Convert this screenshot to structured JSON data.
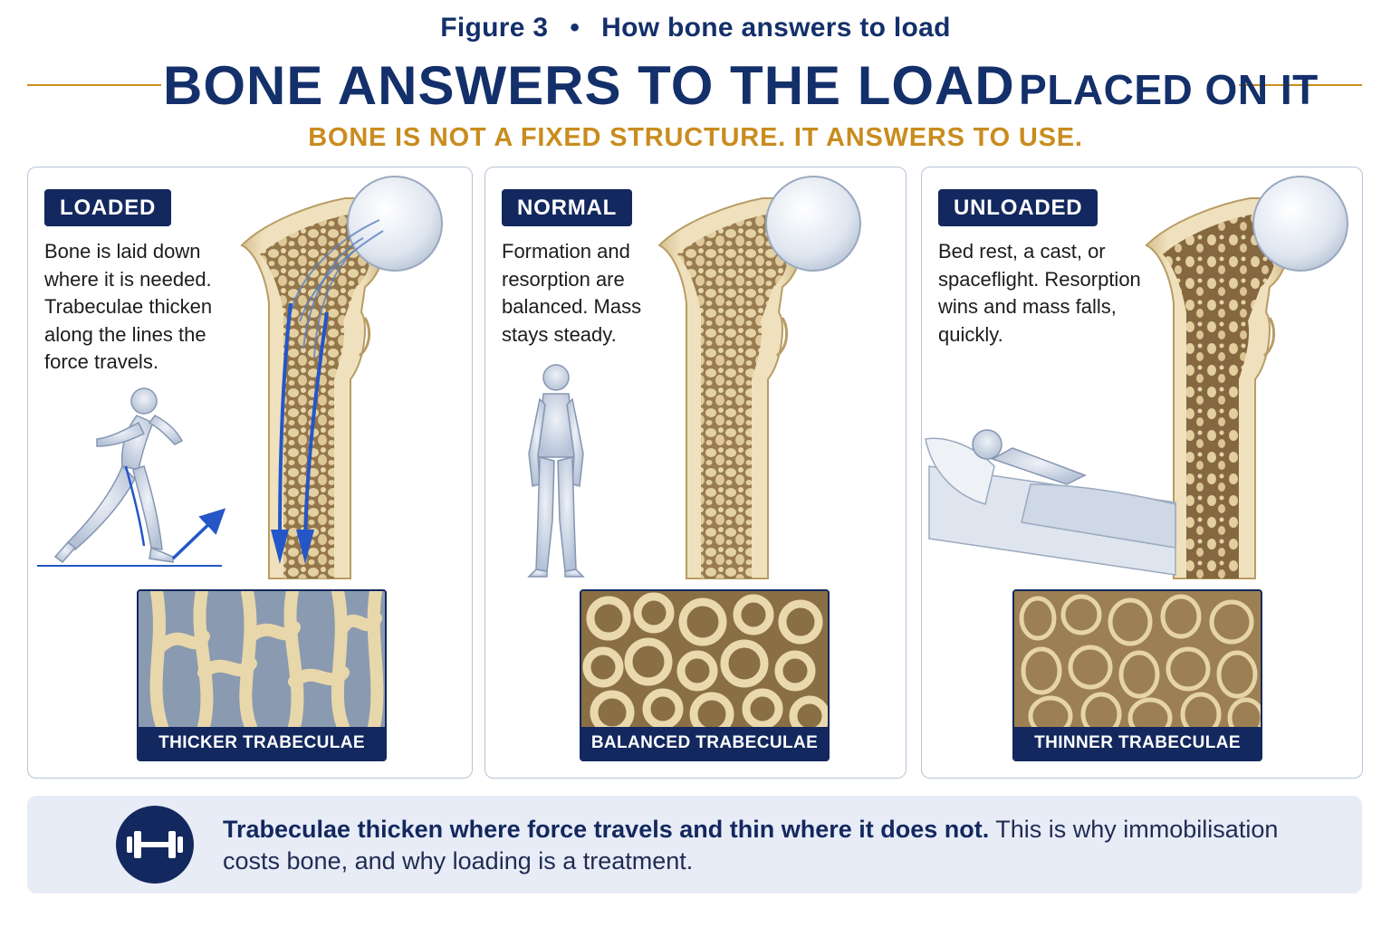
{
  "header": {
    "figure_number": "Figure 3",
    "separator": "•",
    "figure_caption": "How bone answers to load",
    "title_main": "BONE ANSWERS TO THE LOAD",
    "title_tail": "PLACED ON IT",
    "subtitle": "BONE IS NOT A FIXED STRUCTURE. IT ANSWERS TO USE."
  },
  "panels": [
    {
      "badge": "LOADED",
      "lines": [
        "Bone is laid down",
        "where it is needed.",
        "Trabeculae thicken",
        "along the lines the",
        "force travels."
      ],
      "inset_label": "THICKER TRABECULAE"
    },
    {
      "badge": "NORMAL",
      "lines": [
        "Formation and",
        "resorption are",
        "balanced. Mass",
        "stays steady."
      ],
      "inset_label": "BALANCED TRABECULAE"
    },
    {
      "badge": "UNLOADED",
      "lines": [
        "Bed rest, a cast, or",
        "spaceflight. Resorption",
        "wins and mass falls,",
        "quickly."
      ],
      "inset_label": "THINNER TRABECULAE"
    }
  ],
  "callout": {
    "icon": "dumbbell-icon",
    "bold": "Trabeculae thicken where force travels and thin where it does not.",
    "normal": " This is why immobilisation costs bone, and why loading is a treatment."
  },
  "colors": {
    "navy": "#13285e",
    "gold": "#c98c1e",
    "bone": "#e7d6ad",
    "force_arrow": "#2456c8"
  }
}
